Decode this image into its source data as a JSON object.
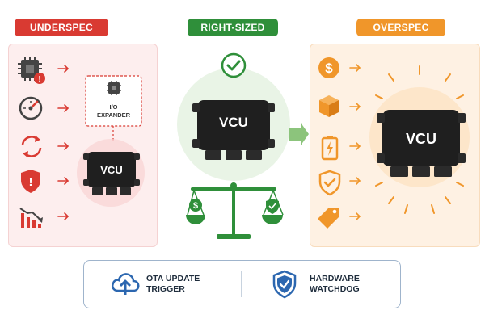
{
  "sections": {
    "underspec": {
      "label": "UNDERSPEC",
      "color": "#d93a32",
      "expander_line1": "I/O",
      "expander_line2": "EXPANDER",
      "vcu": "VCU"
    },
    "rightsized": {
      "label": "RIGHT-SIZED",
      "color": "#2f8f3a",
      "vcu": "VCU"
    },
    "overspec": {
      "label": "OVERSPEC",
      "color": "#f0962a",
      "vcu": "VCU"
    }
  },
  "features": {
    "ota_line1": "OTA UPDATE",
    "ota_line2": "TRIGGER",
    "watchdog_line1": "HARDWARE",
    "watchdog_line2": "WATCHDOG"
  },
  "icons": {
    "underspec": [
      "chip-warning-icon",
      "gauge-icon",
      "refresh-cycle-icon",
      "shield-alert-icon",
      "declining-chart-icon"
    ],
    "rightsized": [
      "check-circle-icon",
      "balance-scale-icon"
    ],
    "overspec": [
      "dollar-coin-icon",
      "package-box-icon",
      "battery-icon",
      "shield-check-icon",
      "price-tag-icon"
    ],
    "bottom": [
      "cloud-upload-icon",
      "shield-check-icon"
    ]
  }
}
